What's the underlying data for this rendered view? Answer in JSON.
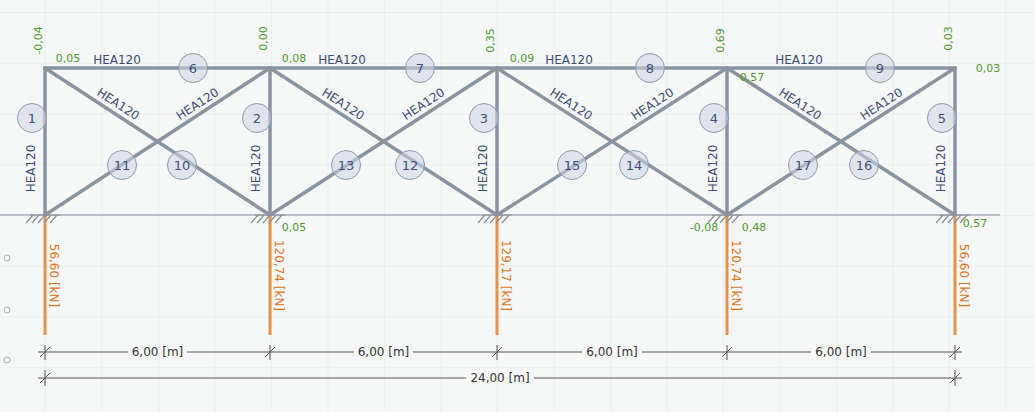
{
  "diagram": {
    "nodes": [
      {
        "text": [
          "1"
        ]
      },
      {
        "text": [
          "2"
        ]
      },
      {
        "text": [
          "3"
        ]
      },
      {
        "text": [
          "4"
        ]
      },
      {
        "text": [
          "5"
        ]
      },
      {
        "text": [
          "6"
        ]
      },
      {
        "text": [
          "7"
        ]
      },
      {
        "text": [
          "8"
        ]
      },
      {
        "text": [
          "9"
        ]
      },
      {
        "text": [
          "10"
        ]
      },
      {
        "text": [
          "11"
        ]
      },
      {
        "text": [
          "12"
        ]
      },
      {
        "text": [
          "13"
        ]
      },
      {
        "text": [
          "14"
        ]
      },
      {
        "text": [
          "15"
        ]
      },
      {
        "text": [
          "16"
        ]
      },
      {
        "text": [
          "17"
        ]
      }
    ],
    "labels": [
      "HEA120",
      "HEA120",
      "HEA120",
      "HEA120",
      "HEA120",
      "HEA120",
      "HEA120",
      "HEA120",
      "HEA120",
      "HEA120",
      "HEA120",
      "HEA120",
      "HEA120",
      "HEA120",
      "HEA120",
      "HEA120",
      "HEA120",
      "-0,04",
      "0,05",
      "0,00",
      "0,08",
      "0,35",
      "0,09",
      "0,69",
      "0,57",
      "0,03",
      "0,03",
      "0,05",
      "-0,08",
      "0,48",
      "0,57",
      "56,60 [kN]",
      "120,74 [kN]",
      "129,17 [kN]",
      "120,74 [kN]",
      "56,60 [kN]",
      "6,00 [m]",
      "6,00 [m]",
      "6,00 [m]",
      "6,00 [m]",
      "24,00 [m]"
    ]
  }
}
